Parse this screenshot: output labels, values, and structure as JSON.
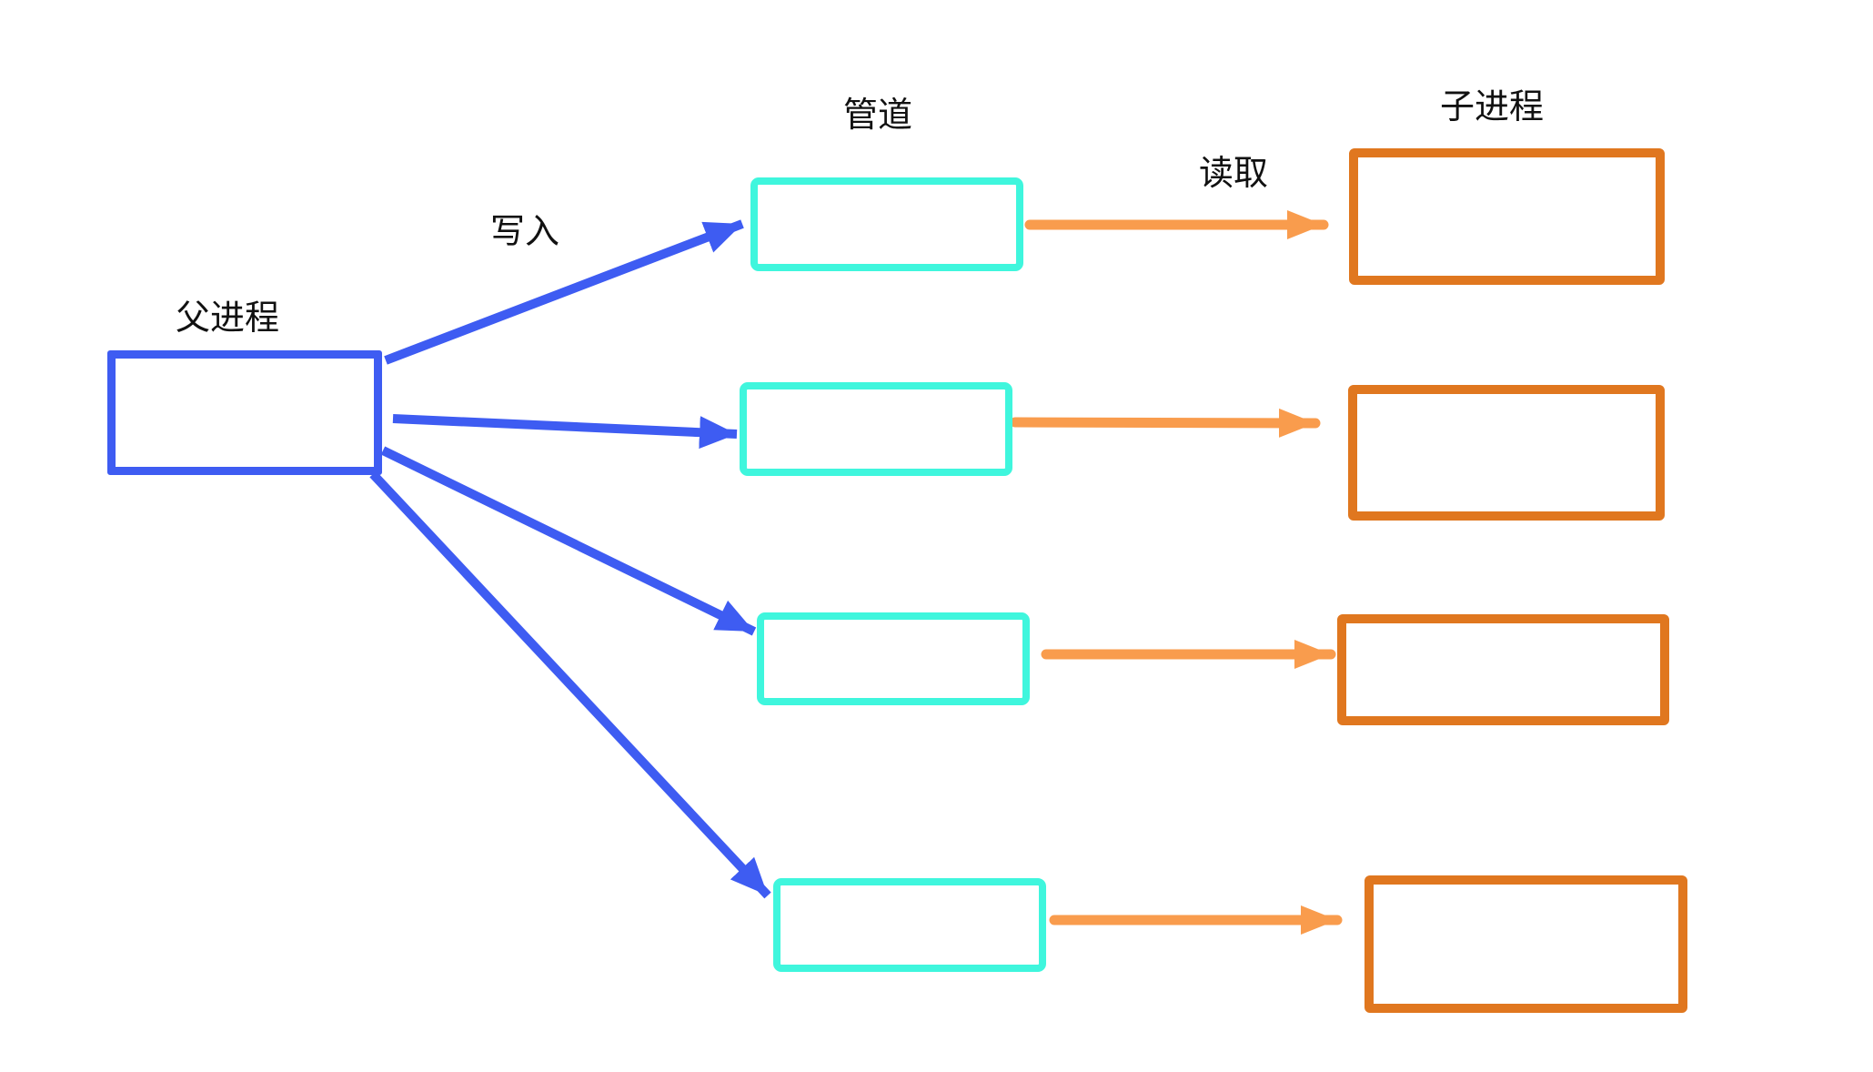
{
  "labels": {
    "parent_process": "父进程",
    "pipe": "管道",
    "child_process": "子进程",
    "write": "写入",
    "read": "读取"
  },
  "colors": {
    "parent-stroke": "#3e5cf2",
    "pipe-stroke": "#3ff6dd",
    "child-stroke": "#e0771f",
    "write-arrow": "#3e5cf2",
    "read-arrow": "#f99c4d",
    "label-text": "#111111",
    "canvas-bg": "#ffffff"
  },
  "structure": {
    "parent_count": 1,
    "pipe_count": 4,
    "child_count": 4,
    "edges": [
      {
        "from": "parent-process",
        "to": "pipe-1",
        "label": "写入"
      },
      {
        "from": "parent-process",
        "to": "pipe-2",
        "label": ""
      },
      {
        "from": "parent-process",
        "to": "pipe-3",
        "label": ""
      },
      {
        "from": "parent-process",
        "to": "pipe-4",
        "label": ""
      },
      {
        "from": "pipe-1",
        "to": "child-process-1",
        "label": "读取"
      },
      {
        "from": "pipe-2",
        "to": "child-process-2",
        "label": ""
      },
      {
        "from": "pipe-3",
        "to": "child-process-3",
        "label": ""
      },
      {
        "from": "pipe-4",
        "to": "child-process-4",
        "label": ""
      }
    ]
  }
}
